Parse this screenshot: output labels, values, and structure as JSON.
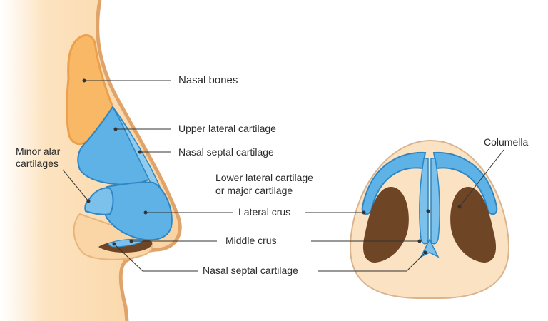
{
  "labels": {
    "nasal_bones": "Nasal bones",
    "upper_lateral_cartilage": "Upper lateral cartilage",
    "nasal_septal_cartilage_upper": "Nasal septal cartilage",
    "minor_alar_line1": "Minor alar",
    "minor_alar_line2": "cartilages",
    "lower_lateral_line1": "Lower lateral cartilage",
    "lower_lateral_line2": "or major cartilage",
    "lateral_crus": "Lateral crus",
    "middle_crus": "Middle crus",
    "nasal_septal_cartilage_lower": "Nasal septal cartilage",
    "columella": "Columella"
  },
  "colors": {
    "skin": "#fbd9ac",
    "skin_edge": "#e0a46a",
    "bone": "#f8b865",
    "bone_dark": "#eba04e",
    "cartilage": "#5fb2e6",
    "cartilage_light": "#8fcbef",
    "cartilage_edge": "#2e86c3",
    "nostril": "#6e4525",
    "leader": "#333333",
    "text": "#2b2b2b"
  }
}
